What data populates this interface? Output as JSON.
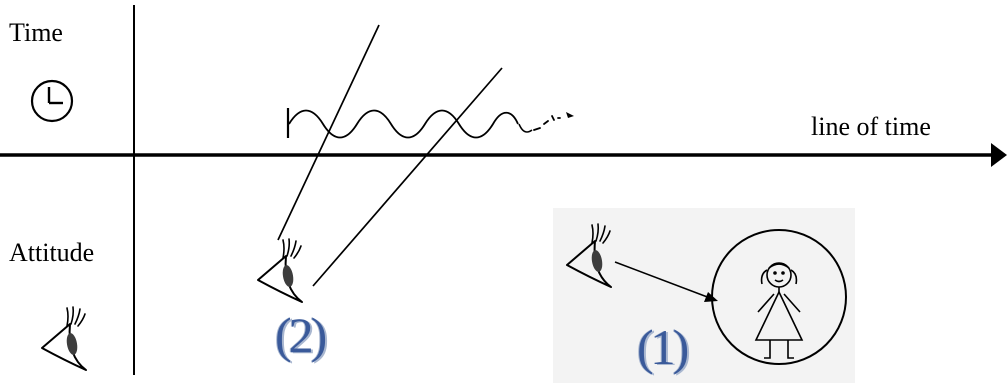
{
  "labels": {
    "time": "Time",
    "attitude": "Attitude",
    "line_of_time": "line of time"
  },
  "markers": {
    "marker_2": "(2)",
    "marker_1": "(1)"
  },
  "icons": {
    "time": "clock-icon",
    "attitude": "eye-icon",
    "observer": "girl-figure-icon"
  },
  "colors": {
    "ink": "#000000",
    "marker_text": "#3a5a9a",
    "panel_background": "#f3f3f3"
  }
}
